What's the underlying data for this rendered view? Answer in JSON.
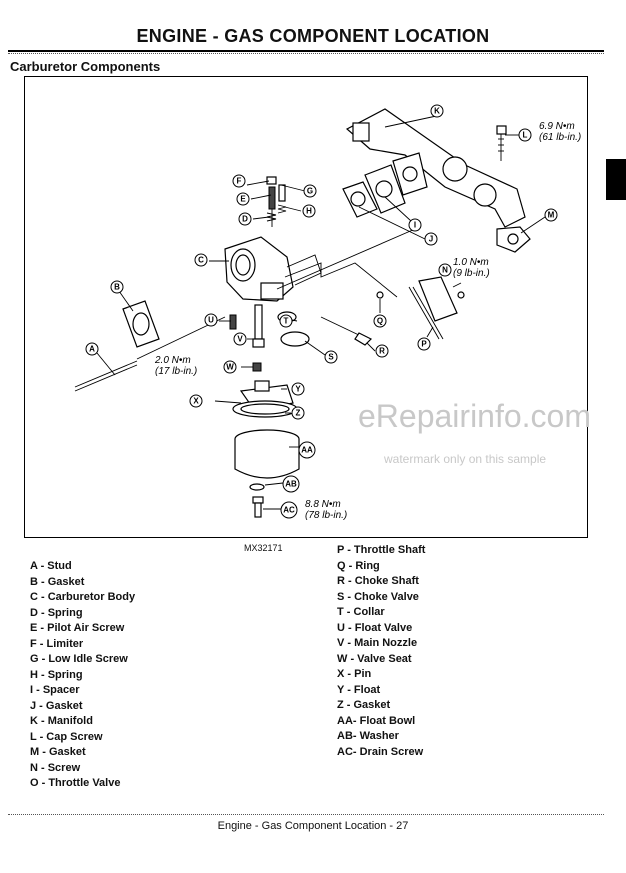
{
  "page": {
    "title": "ENGINE - GAS   COMPONENT LOCATION",
    "section_title": "Carburetor Components",
    "figure_id": "MX32171",
    "footer": "Engine - Gas   Component Location  - 27"
  },
  "watermark": {
    "main": "eRepairinfo.com",
    "sub": "watermark only on this sample"
  },
  "callouts": {
    "A": "A",
    "B": "B",
    "C": "C",
    "D": "D",
    "E": "E",
    "F": "F",
    "G": "G",
    "H": "H",
    "I": "I",
    "J": "J",
    "K": "K",
    "L": "L",
    "M": "M",
    "N": "N",
    "P": "P",
    "Q": "Q",
    "R": "R",
    "S": "S",
    "T": "T",
    "U": "U",
    "V": "V",
    "W": "W",
    "X": "X",
    "Y": "Y",
    "Z": "Z",
    "AA": "AA",
    "AB": "AB",
    "AC": "AC"
  },
  "torques": {
    "L_nm": "6.9 N•m",
    "L_lbin": "(61 lb-in.)",
    "N_nm": "1.0 N•m",
    "N_lbin": "(9 lb-in.)",
    "A_nm": "2.0 N•m",
    "A_lbin": "(17 lb-in.)",
    "AC_nm": "8.8 N•m",
    "AC_lbin": "(78 lb-in.)"
  },
  "legend_left": [
    "A - Stud",
    "B - Gasket",
    "C - Carburetor Body",
    "D - Spring",
    "E - Pilot Air Screw",
    "F - Limiter",
    "G - Low Idle Screw",
    "H - Spring",
    "I - Spacer",
    "J - Gasket",
    "K - Manifold",
    "L - Cap Screw",
    "M - Gasket",
    "N - Screw",
    "O - Throttle Valve"
  ],
  "legend_right": [
    "P - Throttle Shaft",
    "Q - Ring",
    "R - Choke Shaft",
    "S - Choke Valve",
    "T - Collar",
    "U - Float Valve",
    "V - Main Nozzle",
    "W - Valve Seat",
    "X - Pin",
    "Y - Float",
    "Z - Gasket",
    "AA- Float Bowl",
    "AB- Washer",
    "AC- Drain Screw"
  ]
}
